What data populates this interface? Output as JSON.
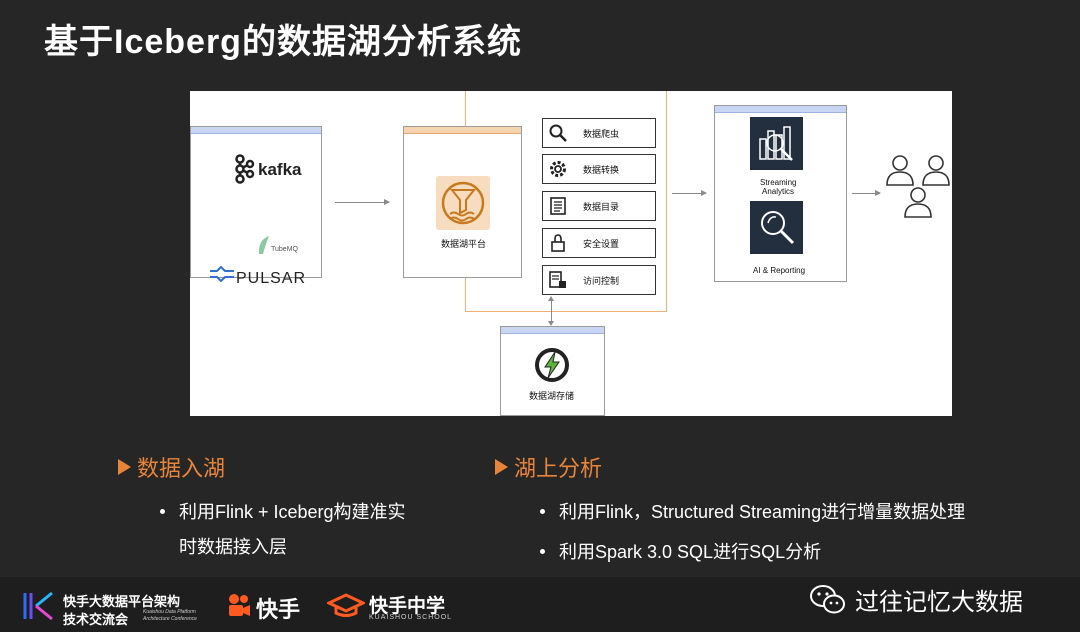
{
  "title": "基于Iceberg的数据湖分析系统",
  "diagram": {
    "sources": {
      "kafka": "kafka",
      "tubemq": "TubeMQ",
      "pulsar": "PULSAR"
    },
    "platform": "数据湖平台",
    "tools": [
      "数据爬虫",
      "数据转换",
      "数据目录",
      "安全设置",
      "访问控制"
    ],
    "analytics": {
      "streaming": "Streaming\nAnalytics",
      "streaming_l1": "Streaming",
      "streaming_l2": "Analytics",
      "ai": "AI & Reporting"
    },
    "storage": "数据湖存储"
  },
  "sections": {
    "left": {
      "heading": "数据入湖",
      "line1": "利用Flink + Iceberg构建准实",
      "line2": "时数据接入层"
    },
    "right": {
      "heading": "湖上分析",
      "bullet1": "利用Flink，Structured Streaming进行增量数据处理",
      "bullet2": "利用Spark 3.0 SQL进行SQL分析"
    }
  },
  "footer": {
    "conf_line1": "快手大数据平台架构",
    "conf_line2": "技术交流会",
    "conf_en1": "Kuaishou Data Platform",
    "conf_en2": "Architecture Conference",
    "kuaishou": "快手",
    "school": "快手中学",
    "school_en": "KUAISHOU SCHOOL",
    "wechat": "过往记忆大数据"
  },
  "colors": {
    "accent": "#e8843a",
    "background": "#262626",
    "header_blue": "#c9d6f3",
    "header_orange": "#f7d4b0"
  }
}
